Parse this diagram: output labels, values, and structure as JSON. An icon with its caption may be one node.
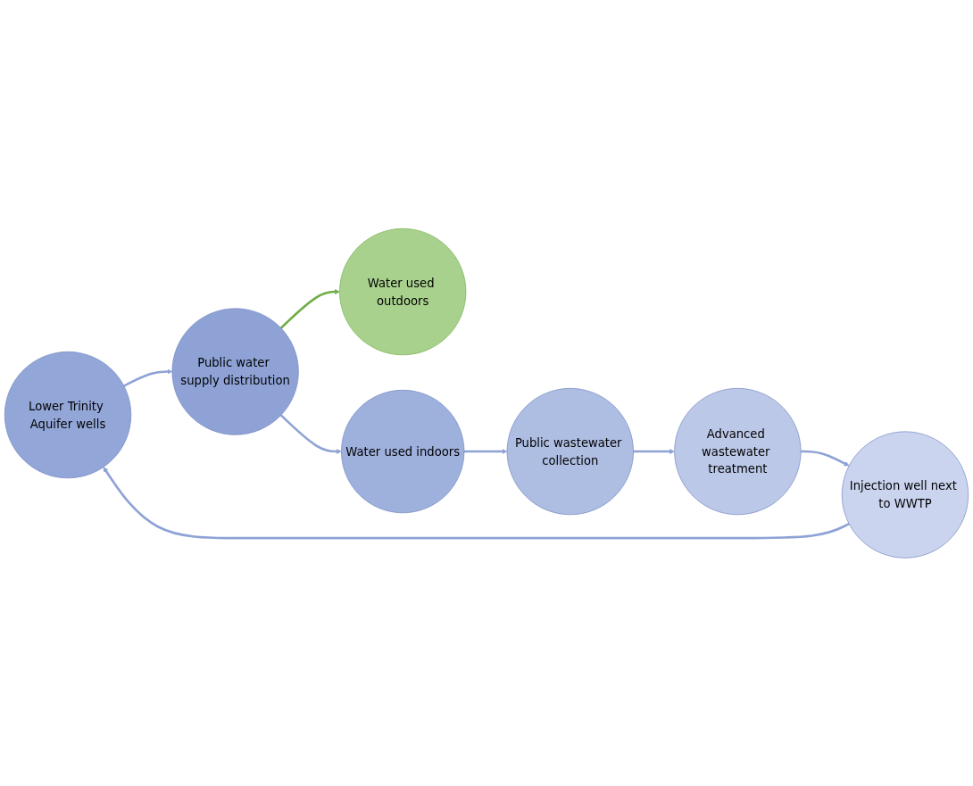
{
  "diagram": {
    "nodes": [
      {
        "text": [
          "Lower Trinity Aquifer wells"
        ]
      },
      {
        "text": [
          "Public water supply distribution"
        ]
      },
      {
        "text": [
          "Water used outdoors"
        ]
      },
      {
        "text": [
          "Water used indoors"
        ]
      },
      {
        "text": [
          "Public wastewater collection"
        ]
      },
      {
        "text": [
          "Advanced wastewater treatment"
        ]
      },
      {
        "text": [
          "Injection well next to WWTP"
        ]
      }
    ],
    "edges": [
      {
        "from": 0,
        "to": 1,
        "arrow": "to"
      },
      {
        "from": 1,
        "to": 2,
        "arrow": "to",
        "color": "#70ad47"
      },
      {
        "from": 1,
        "to": 3,
        "arrow": "to"
      },
      {
        "from": 3,
        "to": 4,
        "arrow": "to"
      },
      {
        "from": 4,
        "to": 5,
        "arrow": "to"
      },
      {
        "from": 5,
        "to": 6,
        "arrow": "to"
      },
      {
        "from": 6,
        "to": 0,
        "arrow": "to"
      }
    ]
  }
}
